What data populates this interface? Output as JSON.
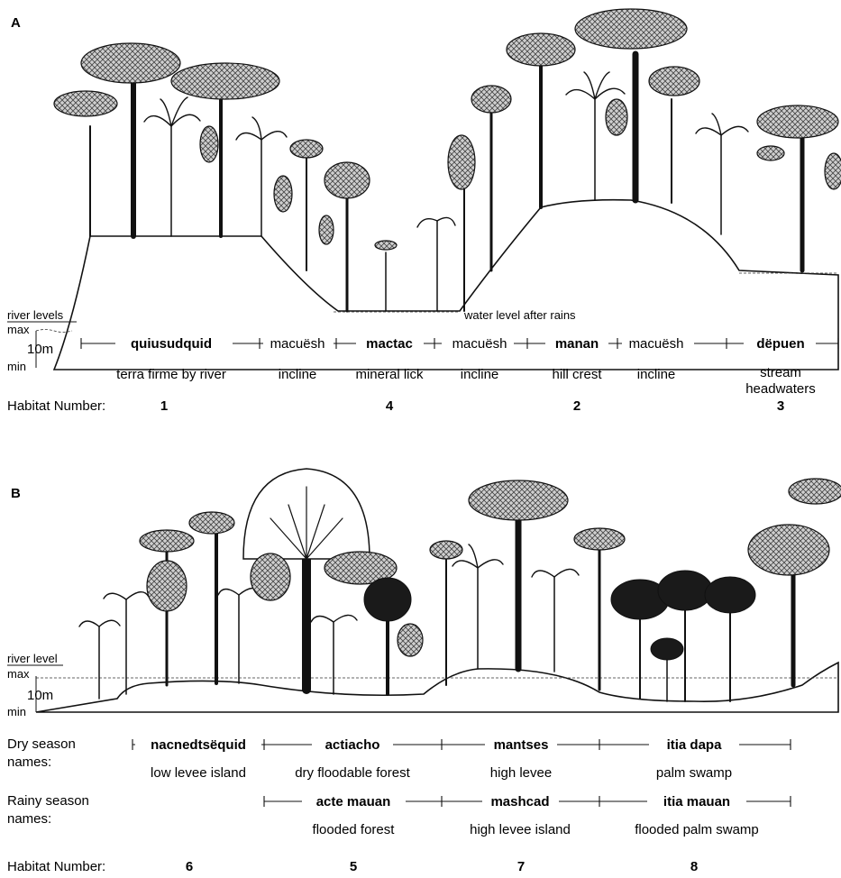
{
  "panel_a": {
    "letter": "A",
    "river_levels_label": "river levels",
    "max_label": "max",
    "scale_label": "10m",
    "min_label": "min",
    "water_level_note": "water level after rains",
    "habitat_number_label": "Habitat Number:",
    "segments": [
      {
        "name": "quiusudquid",
        "gloss": "terra firme by river",
        "number": "1"
      },
      {
        "name": "macuësh",
        "gloss": "incline",
        "number": ""
      },
      {
        "name": "mactac",
        "gloss": "mineral lick",
        "number": "4"
      },
      {
        "name": "macuësh",
        "gloss": "incline",
        "number": ""
      },
      {
        "name": "manan",
        "gloss": "hill crest",
        "number": "2"
      },
      {
        "name": "macuësh",
        "gloss": "incline",
        "number": ""
      },
      {
        "name": "dëpuen",
        "gloss": "stream headwaters",
        "number": "3"
      }
    ]
  },
  "panel_b": {
    "letter": "B",
    "river_level_label": "river level",
    "max_label": "max",
    "scale_label": "10m",
    "min_label": "min",
    "dry_label_1": "Dry season",
    "dry_label_2": "names:",
    "rainy_label_1": "Rainy season",
    "rainy_label_2": "names:",
    "habitat_number_label": "Habitat Number:",
    "dry": [
      {
        "name": "nacnedtsëquid",
        "gloss": "low levee island"
      },
      {
        "name": "actiacho",
        "gloss": "dry floodable forest"
      },
      {
        "name": "mantses",
        "gloss": "high levee"
      },
      {
        "name": "itia dapa",
        "gloss": "palm swamp"
      }
    ],
    "rainy": [
      {
        "name": "acte mauan",
        "gloss": "flooded forest"
      },
      {
        "name": "mashcad",
        "gloss": "high levee island"
      },
      {
        "name": "itia mauan",
        "gloss": "flooded palm swamp"
      }
    ],
    "numbers": [
      "6",
      "5",
      "7",
      "8"
    ]
  }
}
